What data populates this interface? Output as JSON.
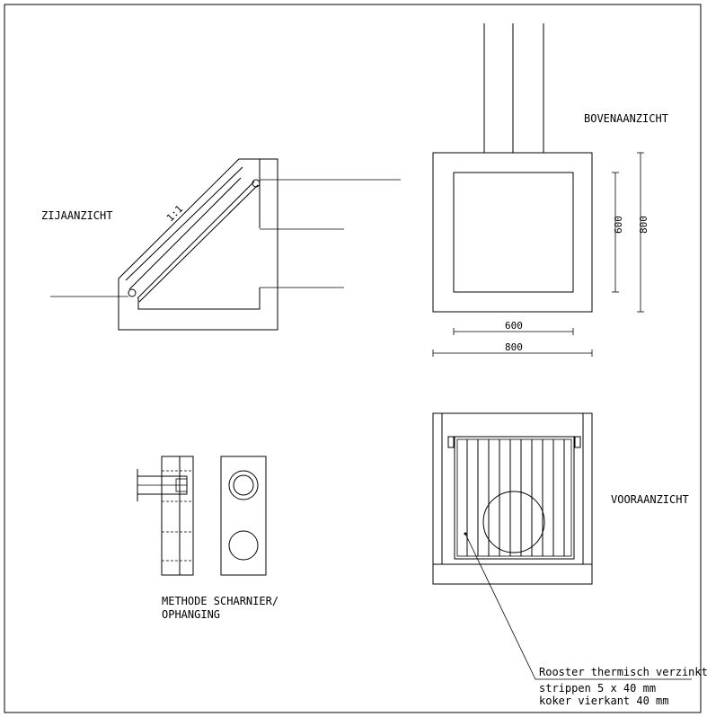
{
  "labels": {
    "side_view": "ZIJAANZICHT",
    "top_view": "BOVENAANZICHT",
    "front_view": "VOORAANZICHT",
    "slope": "1:1",
    "hinge_method_line1": "METHODE SCHARNIER/",
    "hinge_method_line2": "OPHANGING"
  },
  "dimensions": {
    "inner_height": "600",
    "outer_height": "800",
    "inner_width": "600",
    "outer_width": "800"
  },
  "note": {
    "line1": "Rooster thermisch verzinkt",
    "line2": "strippen 5 x 40 mm",
    "line3": "koker vierkant 40 mm"
  }
}
